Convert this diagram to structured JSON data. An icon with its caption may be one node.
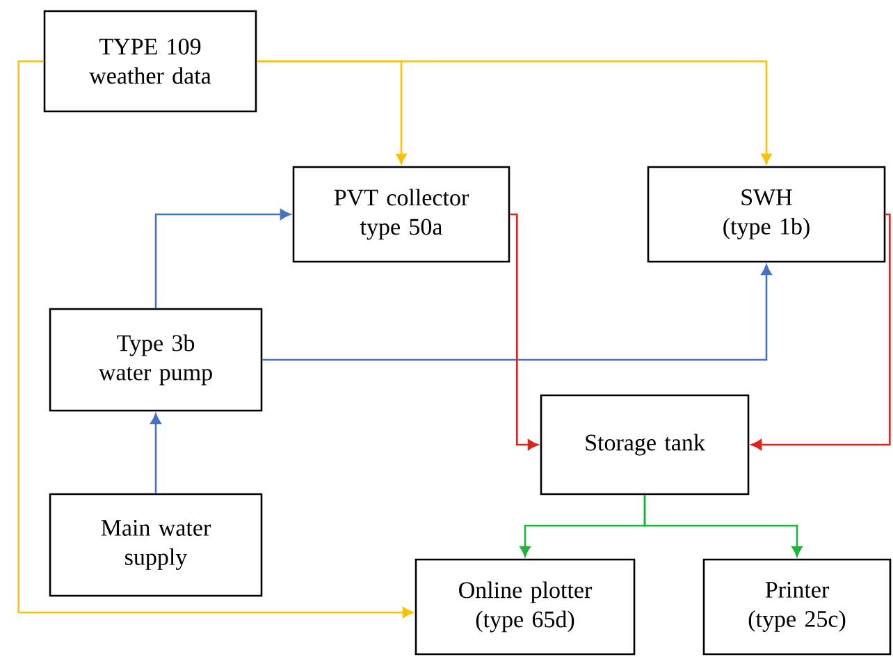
{
  "diagram": {
    "nodes": [
      {
        "text": [
          "TYPE 109 weather data"
        ]
      },
      {
        "text": [
          "PVT collector type 50a"
        ]
      },
      {
        "text": [
          "SWH (type 1b)"
        ]
      },
      {
        "text": [
          "Type 3b water pump"
        ]
      },
      {
        "text": [
          "Main water supply"
        ]
      },
      {
        "text": [
          "Storage tank"
        ]
      },
      {
        "text": [
          "Online plotter (type 65d)"
        ]
      },
      {
        "text": [
          "Printer (type 25c)"
        ]
      }
    ],
    "edges": [
      {
        "from": 0,
        "to": 1,
        "arrow": "to",
        "color": "#ffc000"
      },
      {
        "from": 0,
        "to": 2,
        "arrow": "to",
        "color": "#ffc000"
      },
      {
        "from": 0,
        "to": 6,
        "arrow": "to",
        "color": "#ffc000"
      },
      {
        "from": 3,
        "to": 1,
        "arrow": "to",
        "color": "#4472c4"
      },
      {
        "from": 3,
        "to": 2,
        "arrow": "to",
        "color": "#4472c4"
      },
      {
        "from": 4,
        "to": 3,
        "arrow": "to",
        "color": "#4472c4"
      },
      {
        "from": 1,
        "to": 5,
        "arrow": "to",
        "color": "#e0231b"
      },
      {
        "from": 2,
        "to": 5,
        "arrow": "to",
        "color": "#e0231b"
      },
      {
        "from": 5,
        "to": 6,
        "arrow": "to",
        "color": "#1db53a"
      },
      {
        "from": 5,
        "to": 7,
        "arrow": "to",
        "color": "#1db53a"
      }
    ]
  }
}
